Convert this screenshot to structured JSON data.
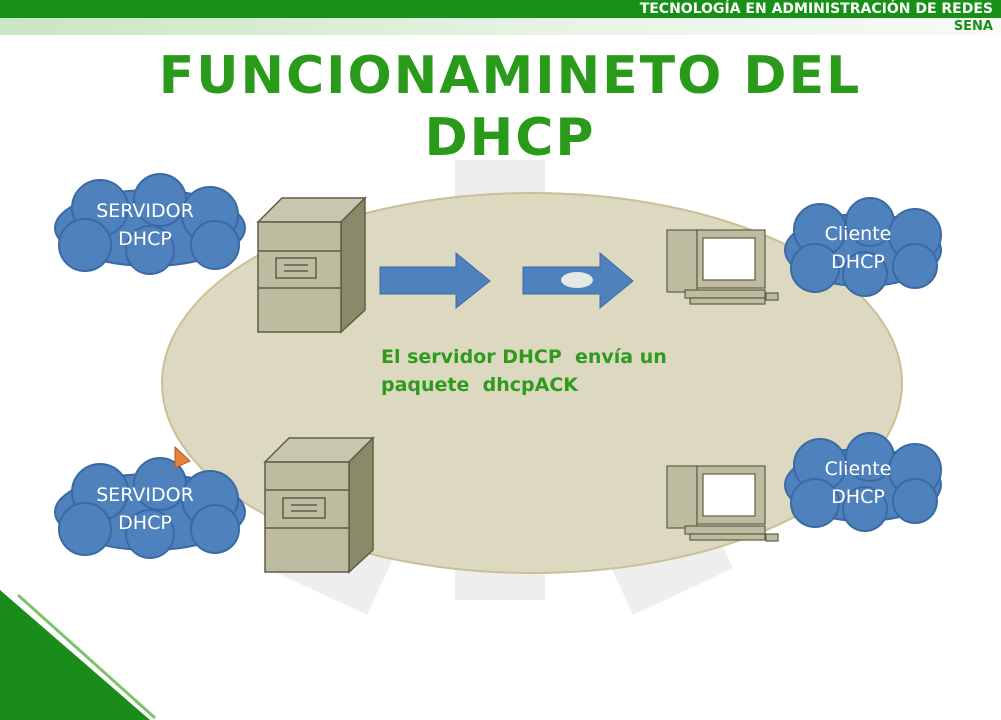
{
  "header": {
    "program": "TECNOLOGÍA EN ADMINISTRACIÓN DE REDES",
    "org": "SENA"
  },
  "slide": {
    "title_line1": "FUNCIONAMINETO DEL",
    "title_line2": "DHCP",
    "server_label": "SERVIDOR DHCP",
    "server_line1": "SERVIDOR",
    "server_line2": "DHCP",
    "client_line1": "Cliente",
    "client_line2": "DHCP",
    "description_line1": "El servidor DHCP  envía un",
    "description_line2": "paquete  dhcpACK"
  },
  "colors": {
    "green": "#2a9a1a",
    "cloud": "#4f81bd",
    "ellipse": "#dcd9c0"
  }
}
